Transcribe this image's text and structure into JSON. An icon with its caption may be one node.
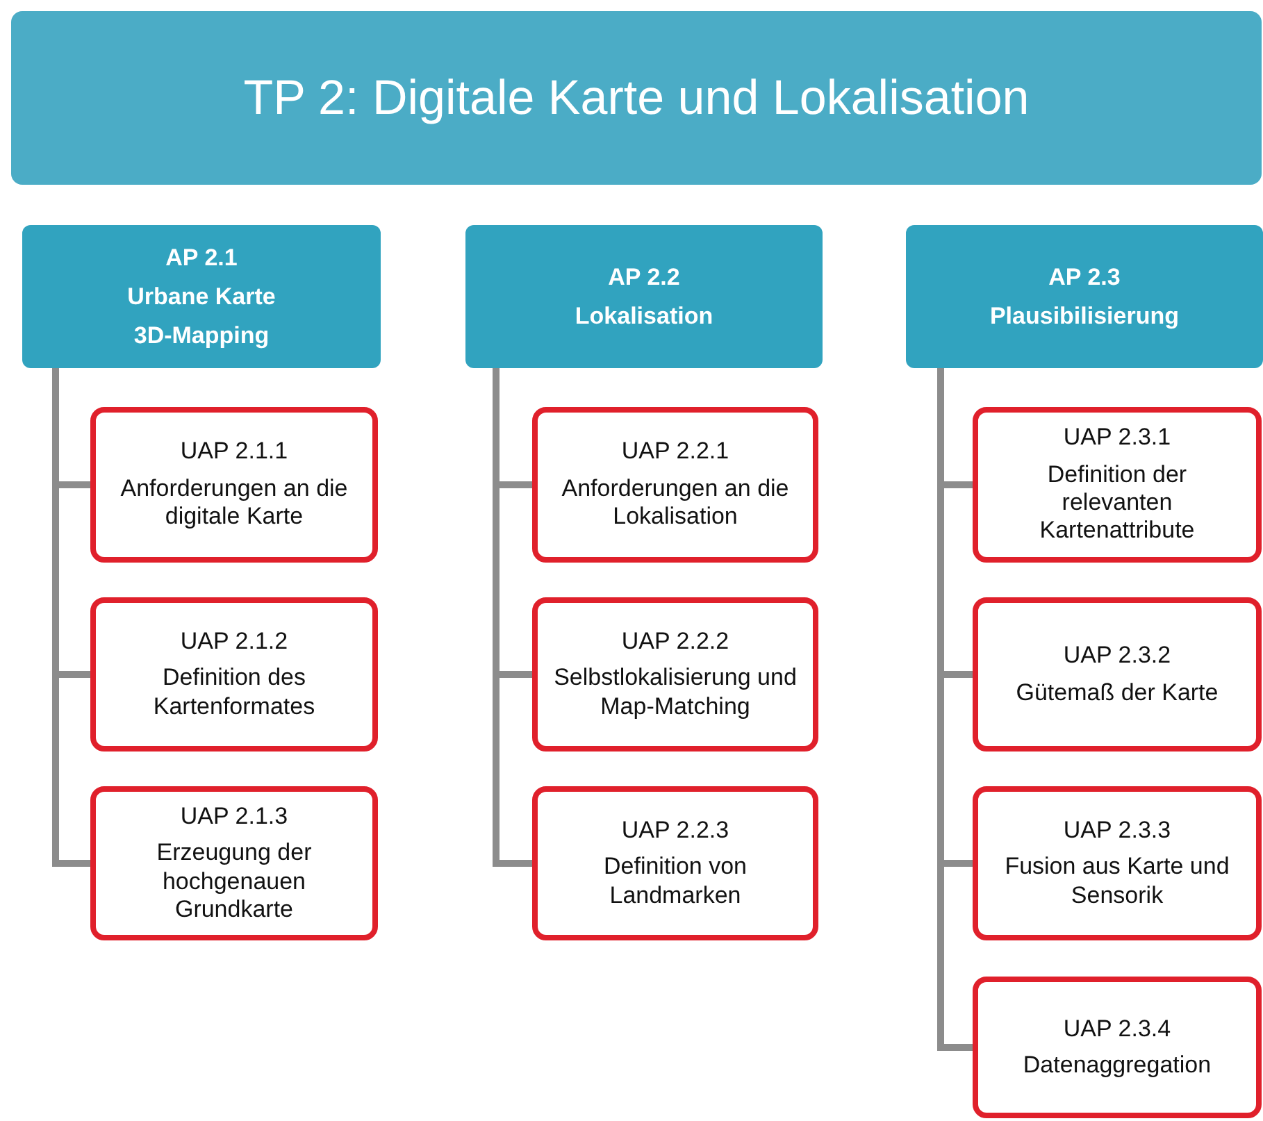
{
  "diagram": {
    "nodes": [
      {
        "text": [
          "TP 2: Digitale Karte und Lokalisation"
        ]
      },
      {
        "text": [
          "AP 2.1",
          "Urbane Karte",
          "3D-Mapping"
        ]
      },
      {
        "text": [
          "UAP 2.1.1",
          "Anforderungen an die digitale Karte"
        ]
      },
      {
        "text": [
          "UAP 2.1.2",
          "Definition des Kartenformates"
        ]
      },
      {
        "text": [
          "UAP 2.1.3",
          "Erzeugung der hochgenauen Grundkarte"
        ]
      },
      {
        "text": [
          "AP 2.2",
          "Lokalisation"
        ]
      },
      {
        "text": [
          "UAP 2.2.1",
          "Anforderungen an die Lokalisation"
        ]
      },
      {
        "text": [
          "UAP 2.2.2",
          "Selbstlokalisierung und Map-Matching"
        ]
      },
      {
        "text": [
          "UAP 2.2.3",
          "Definition von Landmarken"
        ]
      },
      {
        "text": [
          "AP 2.3",
          "Plausibilisierung"
        ]
      },
      {
        "text": [
          "UAP 2.3.1",
          "Definition der relevanten Kartenattribute"
        ]
      },
      {
        "text": [
          "UAP 2.3.2",
          "Gütemaß der Karte"
        ]
      },
      {
        "text": [
          "UAP 2.3.3",
          "Fusion aus Karte und Sensorik"
        ]
      },
      {
        "text": [
          "UAP 2.3.4",
          "Datenaggregation"
        ]
      }
    ],
    "edges": [
      {
        "from": 1,
        "to": 2,
        "arrow": "none"
      },
      {
        "from": 1,
        "to": 3,
        "arrow": "none"
      },
      {
        "from": 1,
        "to": 4,
        "arrow": "none"
      },
      {
        "from": 5,
        "to": 6,
        "arrow": "none"
      },
      {
        "from": 5,
        "to": 7,
        "arrow": "none"
      },
      {
        "from": 5,
        "to": 8,
        "arrow": "none"
      },
      {
        "from": 9,
        "to": 10,
        "arrow": "none"
      },
      {
        "from": 9,
        "to": 11,
        "arrow": "none"
      },
      {
        "from": 9,
        "to": 12,
        "arrow": "none"
      },
      {
        "from": 9,
        "to": 13,
        "arrow": "none"
      }
    ]
  }
}
